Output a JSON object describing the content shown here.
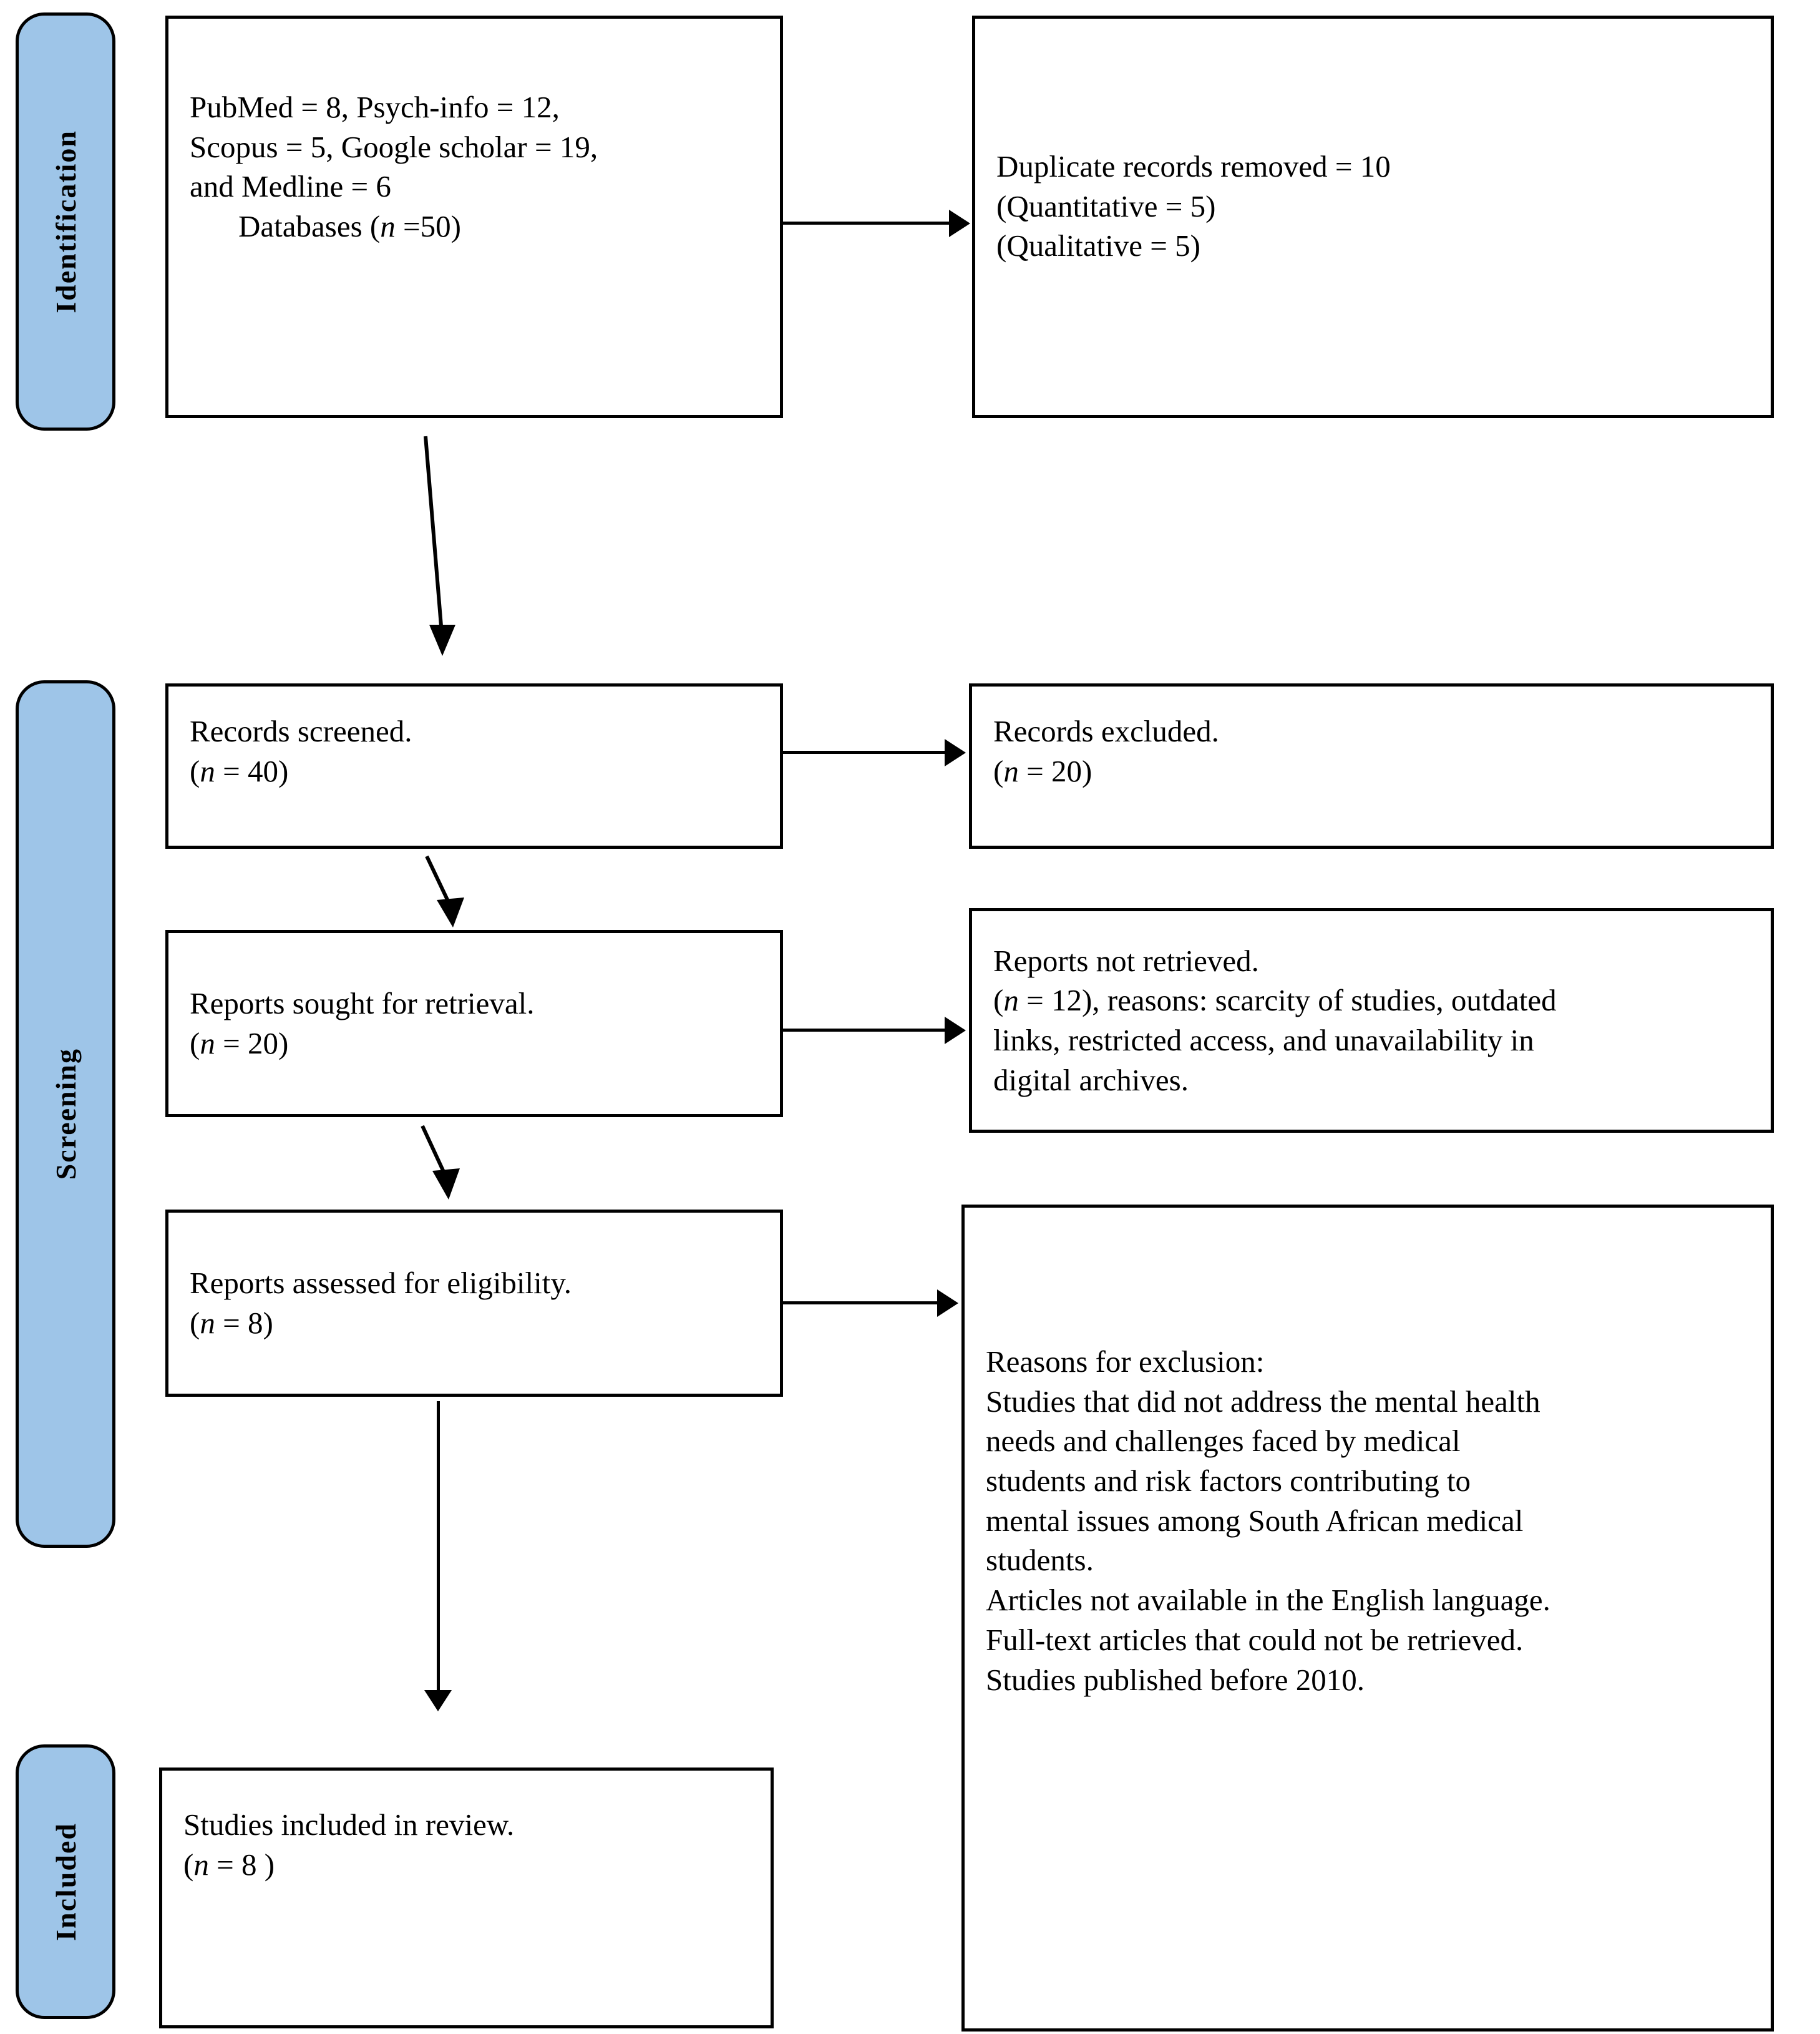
{
  "diagram": {
    "title": "PRISMA flow diagram",
    "accent_color": "#9EC5E8",
    "line_color": "#000000"
  },
  "phases": [
    {
      "id": "identification",
      "label": "Identification"
    },
    {
      "id": "screening",
      "label": "Screening"
    },
    {
      "id": "included",
      "label": "Included"
    }
  ],
  "nodes": {
    "records_identified": {
      "line1": "PubMed = 8, Psych-info = 12,",
      "line2": "Scopus = 5, Google scholar = 19,",
      "line3": "and Medline = 6",
      "line4_prefix": "Databases (",
      "line4_italic": "n",
      "line4_suffix": " =50)"
    },
    "duplicates_removed": {
      "line1": "Duplicate records removed = 10",
      "line2": "(Quantitative = 5)",
      "line3": "(Qualitative = 5)"
    },
    "records_screened": {
      "line1": "Records screened.",
      "n_open": "(",
      "n_italic": "n",
      "n_value": " = 40)"
    },
    "records_excluded": {
      "line1": "Records excluded.",
      "n_open": "(",
      "n_italic": "n",
      "n_value": " = 20)"
    },
    "reports_sought": {
      "line1": "Reports sought for retrieval.",
      "n_open": "(",
      "n_italic": "n",
      "n_value": " = 20)"
    },
    "reports_not_retrieved": {
      "line1": "Reports not retrieved.",
      "n_open": "(",
      "n_italic": "n",
      "line2_a": " = 12), reasons: scarcity of studies, outdated",
      "line3": "links, restricted access, and unavailability in",
      "line4": "digital archives."
    },
    "reports_assessed": {
      "line1": "Reports assessed for eligibility.",
      "n_open": "(",
      "n_italic": "n",
      "n_value": " = 8)"
    },
    "reasons_exclusion": {
      "heading": "Reasons for exclusion:",
      "r1_l1": "Studies that did not address the mental health",
      "r1_l2": "needs and challenges faced by medical",
      "r1_l3": "students and risk factors contributing to",
      "r1_l4": "mental issues among South African medical",
      "r1_l5": "students.",
      "r2": "Articles not available in the English language.",
      "r3": "Full-text articles that could not be retrieved.",
      "r4": "Studies published before 2010."
    },
    "studies_included": {
      "line1": "Studies included in review.",
      "n_open": "(",
      "n_italic": "n",
      "n_value": " = 8 )"
    }
  }
}
